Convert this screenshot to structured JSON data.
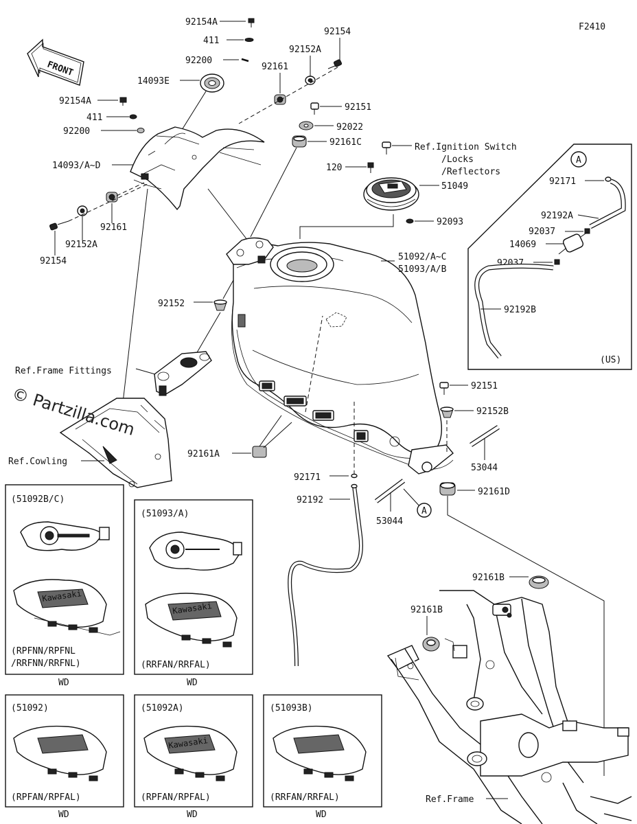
{
  "figure_code": "F2410",
  "front_arrow_text": "FRONT",
  "watermark": "© Partzilla.com",
  "us_box_label": "(US)",
  "labels": {
    "p92154A_top": "92154A",
    "p411_top": "411",
    "p92200_top": "92200",
    "p14093E": "14093E",
    "p92154_top": "92154",
    "p92152A_top": "92152A",
    "p92161_top": "92161",
    "p92151_top": "92151",
    "p92022": "92022",
    "p92161C": "92161C",
    "ref_ignition": "Ref.Ignition Switch",
    "ref_locks": "/Locks",
    "ref_reflectors": "/Reflectors",
    "p120": "120",
    "p51049": "51049",
    "p92093": "92093",
    "p92154A_left": "92154A",
    "p411_left": "411",
    "p92200_left": "92200",
    "p14093AD": "14093/A~D",
    "p92161_left": "92161",
    "p92152A_left": "92152A",
    "p92154_left": "92154",
    "p51092AC": "51092/A~C",
    "p51093AB": "51093/A/B",
    "p92152": "92152",
    "ref_frame_fittings": "Ref.Frame Fittings",
    "ref_cowling": "Ref.Cowling",
    "p92161A": "92161A",
    "p92171_mid": "92171",
    "p92192": "92192",
    "p53044_low": "53044",
    "p53044_right": "53044",
    "p92151_right": "92151",
    "p92152B": "92152B",
    "p92161D": "92161D",
    "p92171_us": "92171",
    "p92192A": "92192A",
    "p92037_a": "92037",
    "p14069": "14069",
    "p92037_b": "92037",
    "p92192B": "92192B",
    "circle_a_us": "A",
    "circle_a_mid": "A",
    "p92161B_a": "92161B",
    "p92161B_b": "92161B",
    "ref_frame": "Ref.Frame"
  },
  "variant_boxes": [
    {
      "id": "51092B/C",
      "title": "(51092B/C)",
      "caption_line1": "(RPFNN/RPFNL",
      "caption_line2": "/RRFNN/RRFNL)",
      "footer": "WD"
    },
    {
      "id": "51093/A",
      "title": "(51093/A)",
      "caption_line1": "(RRFAN/RRFAL)",
      "caption_line2": "",
      "footer": "WD"
    },
    {
      "id": "51092",
      "title": "(51092)",
      "caption_line1": "(RPFAN/RPFAL)",
      "caption_line2": "",
      "footer": "WD"
    },
    {
      "id": "51092A",
      "title": "(51092A)",
      "caption_line1": "(RPFAN/RPFAL)",
      "caption_line2": "",
      "footer": "WD"
    },
    {
      "id": "51093B",
      "title": "(51093B)",
      "caption_line1": "(RRFAN/RRFAL)",
      "caption_line2": "",
      "footer": "WD"
    }
  ],
  "brand_on_tank": "Kawasaki"
}
